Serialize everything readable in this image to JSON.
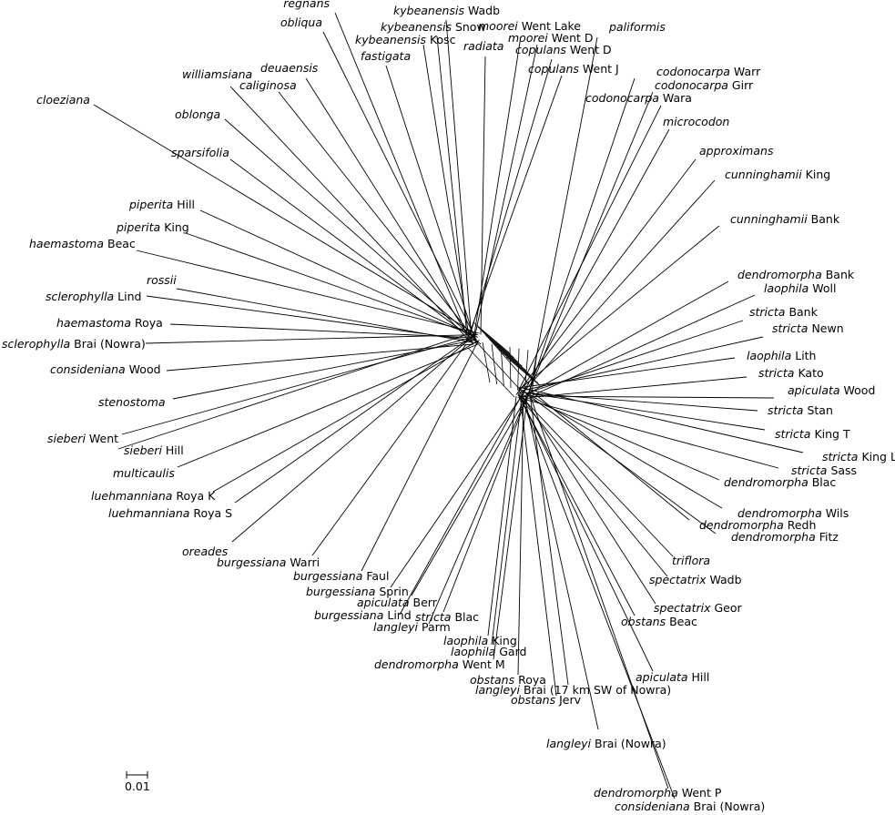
{
  "taxa": [
    {
      "species": "regnans",
      "locality": ""
    },
    {
      "species": "kybeanensis",
      "locality": "Wadb"
    },
    {
      "species": "obliqua",
      "locality": ""
    },
    {
      "species": "kybeanensis",
      "locality": "Snow"
    },
    {
      "species": "moorei",
      "locality": "Went Lake"
    },
    {
      "species": "paliformis",
      "locality": ""
    },
    {
      "species": "kybeanensis",
      "locality": "Kosc"
    },
    {
      "species": "moorei",
      "locality": "Went D"
    },
    {
      "species": "radiata",
      "locality": ""
    },
    {
      "species": "copulans",
      "locality": "Went D"
    },
    {
      "species": "fastigata",
      "locality": ""
    },
    {
      "species": "copulans",
      "locality": "Went J"
    },
    {
      "species": "deuaensis",
      "locality": ""
    },
    {
      "species": "codonocarpa",
      "locality": "Warr"
    },
    {
      "species": "williamsiana",
      "locality": ""
    },
    {
      "species": "caliginosa",
      "locality": ""
    },
    {
      "species": "codonocarpa",
      "locality": "Girr"
    },
    {
      "species": "codonocarpa",
      "locality": "Wara"
    },
    {
      "species": "cloeziana",
      "locality": ""
    },
    {
      "species": "oblonga",
      "locality": ""
    },
    {
      "species": "microcodon",
      "locality": ""
    },
    {
      "species": "sparsifolia",
      "locality": ""
    },
    {
      "species": "approximans",
      "locality": ""
    },
    {
      "species": "cunninghamii",
      "locality": "King"
    },
    {
      "species": "piperita",
      "locality": "Hill"
    },
    {
      "species": "cunninghamii",
      "locality": "Bank"
    },
    {
      "species": "piperita",
      "locality": "King"
    },
    {
      "species": "haemastoma",
      "locality": "Beac"
    },
    {
      "species": "dendromorpha",
      "locality": "Bank"
    },
    {
      "species": "rossii",
      "locality": ""
    },
    {
      "species": "laophila",
      "locality": "Woll"
    },
    {
      "species": "sclerophylla",
      "locality": "Lind"
    },
    {
      "species": "stricta",
      "locality": "Bank"
    },
    {
      "species": "haemastoma",
      "locality": "Roya"
    },
    {
      "species": "stricta",
      "locality": "Newn"
    },
    {
      "species": "sclerophylla",
      "locality": "Brai (Nowra)"
    },
    {
      "species": "laophila",
      "locality": "Lith"
    },
    {
      "species": "consideniana",
      "locality": "Wood"
    },
    {
      "species": "stricta",
      "locality": "Kato"
    },
    {
      "species": "apiculata",
      "locality": "Wood"
    },
    {
      "species": "stenostoma",
      "locality": ""
    },
    {
      "species": "stricta",
      "locality": "Stan"
    },
    {
      "species": "stricta",
      "locality": "King T"
    },
    {
      "species": "sieberi",
      "locality": "Went"
    },
    {
      "species": "sieberi",
      "locality": "Hill"
    },
    {
      "species": "stricta",
      "locality": "King L"
    },
    {
      "species": "multicaulis",
      "locality": ""
    },
    {
      "species": "stricta",
      "locality": "Sass"
    },
    {
      "species": "dendromorpha",
      "locality": "Blac"
    },
    {
      "species": "luehmanniana",
      "locality": "Roya K"
    },
    {
      "species": "luehmanniana",
      "locality": "Roya S"
    },
    {
      "species": "dendromorpha",
      "locality": "Wils"
    },
    {
      "species": "dendromorpha",
      "locality": "Redh"
    },
    {
      "species": "dendromorpha",
      "locality": "Fitz"
    },
    {
      "species": "oreades",
      "locality": ""
    },
    {
      "species": "burgessiana",
      "locality": "Warri"
    },
    {
      "species": "triflora",
      "locality": ""
    },
    {
      "species": "burgessiana",
      "locality": "Faul"
    },
    {
      "species": "spectatrix",
      "locality": "Wadb"
    },
    {
      "species": "burgessiana",
      "locality": "Sprin"
    },
    {
      "species": "apiculata",
      "locality": "Berr"
    },
    {
      "species": "spectatrix",
      "locality": "Geor"
    },
    {
      "species": "burgessiana",
      "locality": "Lind"
    },
    {
      "species": "stricta",
      "locality": "Blac"
    },
    {
      "species": "obstans",
      "locality": "Beac"
    },
    {
      "species": "langleyi",
      "locality": "Parm"
    },
    {
      "species": "laophila",
      "locality": "King"
    },
    {
      "species": "laophila",
      "locality": "Gard"
    },
    {
      "species": "dendromorpha",
      "locality": "Went M"
    },
    {
      "species": "apiculata",
      "locality": "Hill"
    },
    {
      "species": "obstans",
      "locality": "Roya"
    },
    {
      "species": "langleyi",
      "locality": "Brai (17 km SW of Nowra)"
    },
    {
      "species": "obstans",
      "locality": "Jerv"
    },
    {
      "species": "langleyi",
      "locality": "Brai (Nowra)"
    },
    {
      "species": "dendromorpha",
      "locality": "Went P"
    },
    {
      "species": "consideniana",
      "locality": "Brai (Nowra)"
    }
  ],
  "scale_bar": {
    "label": "0.01"
  }
}
